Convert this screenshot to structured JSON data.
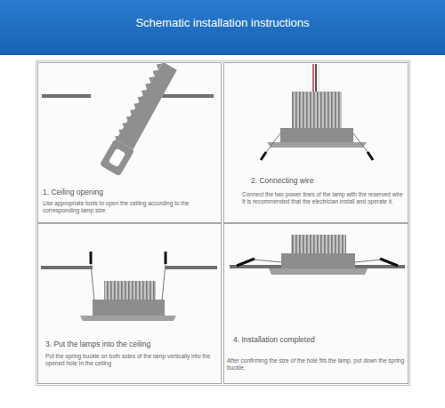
{
  "diagram": {
    "title": "Schematic installation instructions",
    "nodes": [
      {
        "text": [
          "1. Ceiling opening",
          "Use appropriate tools to open the ceiling according to the corresponding lamp size"
        ]
      },
      {
        "text": [
          "2. Connecting wire",
          "Connect the two power lines of the lamp with the reserved wire It is recommended that the electrician install and operate it."
        ]
      },
      {
        "text": [
          "3. Put the lamps into the ceiling",
          "Put the spring buckle on both sides of the lamp vertically into the opened hole In the ceiling"
        ]
      },
      {
        "text": [
          "4. Installation completed",
          "After confirming the size of the hole fits the lamp, put down the spring buckle."
        ]
      }
    ]
  }
}
